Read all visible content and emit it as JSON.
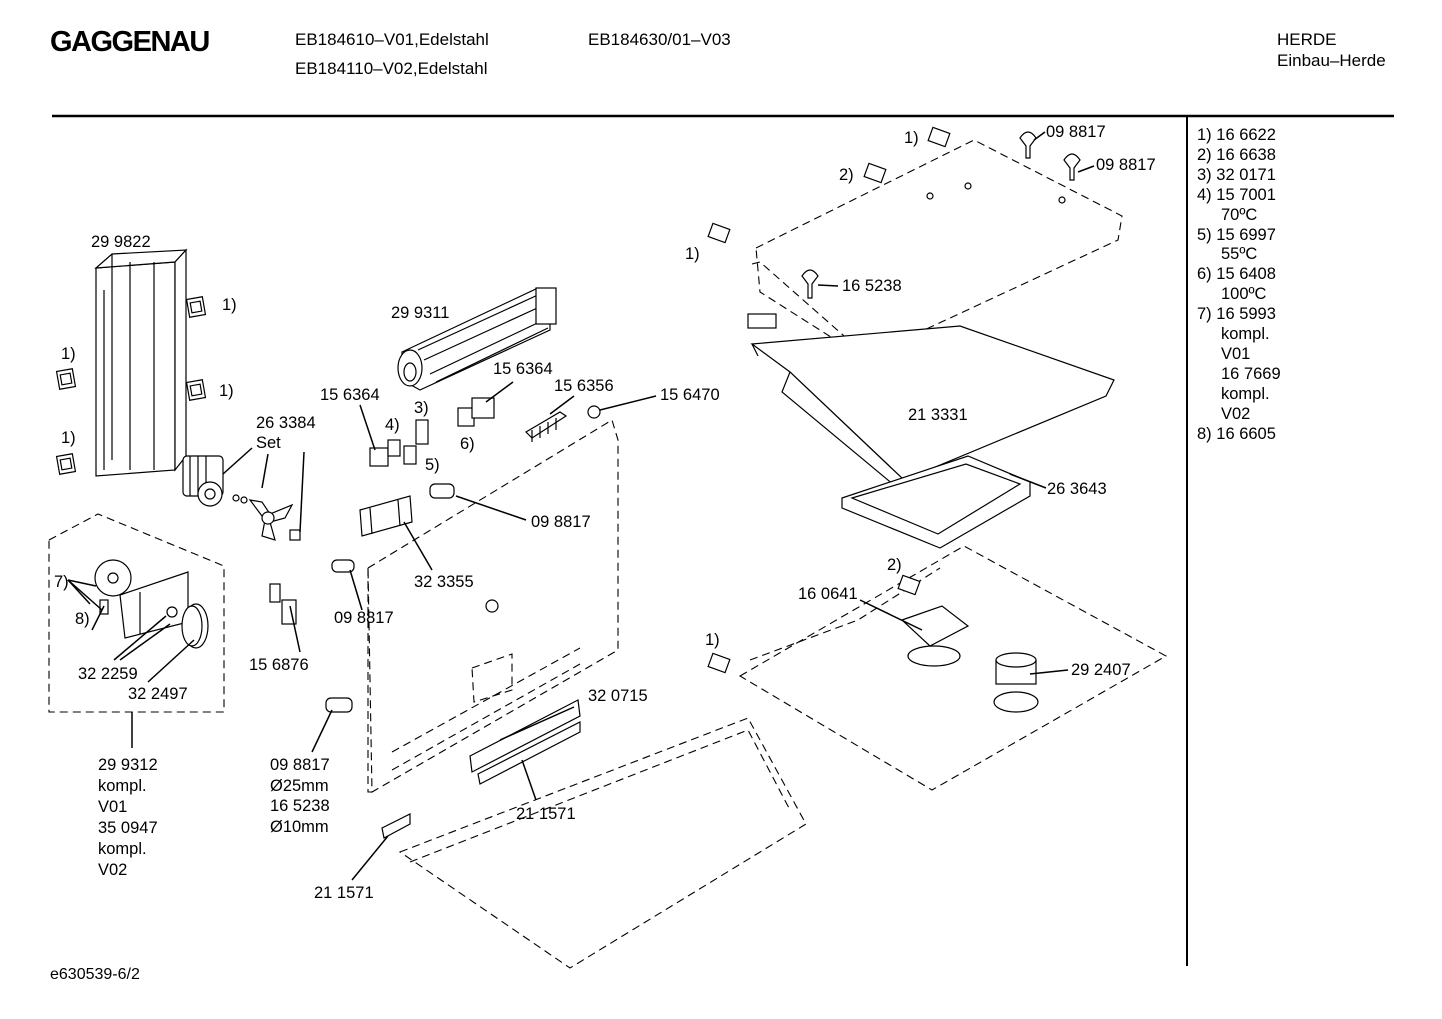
{
  "header": {
    "brand": "GAGGENAU",
    "model_line1": "EB184610–V01,Edelstahl",
    "model_line2": "EB184110–V02,Edelstahl",
    "model_line3": "EB184630/01–V03",
    "category": "HERDE",
    "subcategory": "Einbau–Herde"
  },
  "legend": [
    {
      "key": "1)",
      "value": "16 6622"
    },
    {
      "key": "2)",
      "value": "16 6638"
    },
    {
      "key": "3)",
      "value": "32 0171"
    },
    {
      "key": "4)",
      "value": "15 7001",
      "note": "70ºC"
    },
    {
      "key": "5)",
      "value": "15 6997",
      "note": "55ºC"
    },
    {
      "key": "6)",
      "value": "15 6408",
      "note": "100ºC"
    },
    {
      "key": "7)",
      "value": "16 5993",
      "notes": [
        "kompl.",
        "V01",
        "16 7669",
        "kompl.",
        "V02"
      ]
    },
    {
      "key": "8)",
      "value": "16 6605"
    }
  ],
  "labels": {
    "l_299822": "29 9822",
    "l_299311": "29 9311",
    "l_263384": "26 3384",
    "l_set": "Set",
    "l_156364a": "15 6364",
    "l_156364b": "15 6364",
    "l_156356": "15 6356",
    "l_156470": "15 6470",
    "l_098817a": "09 8817",
    "l_098817b": "09 8817",
    "l_098817c": "09 8817",
    "l_098817d": "09 8817",
    "l_098817e": "09 8817",
    "l_323355": "32 3355",
    "l_156876": "15 6876",
    "l_322259": "32 2259",
    "l_322497": "32 2497",
    "l_299312": "29 9312",
    "l_kompl1": "kompl.",
    "l_v01": "V01",
    "l_350947": "35 0947",
    "l_kompl2": "kompl.",
    "l_v02": "V02",
    "l_d25": "Ø25mm",
    "l_165238b": "16 5238",
    "l_d10": "Ø10mm",
    "l_320715": "32 0715",
    "l_211571a": "21 1571",
    "l_211571b": "21 1571",
    "l_165238a": "16 5238",
    "l_213331": "21 3331",
    "l_263643": "26 3643",
    "l_160641": "16 0641",
    "l_292407": "29 2407",
    "r1": "1)",
    "r2": "2)",
    "r3": "3)",
    "r4": "4)",
    "r5": "5)",
    "r6": "6)",
    "r7": "7)",
    "r8": "8)"
  },
  "footer": {
    "code": "e630539-6/2"
  }
}
